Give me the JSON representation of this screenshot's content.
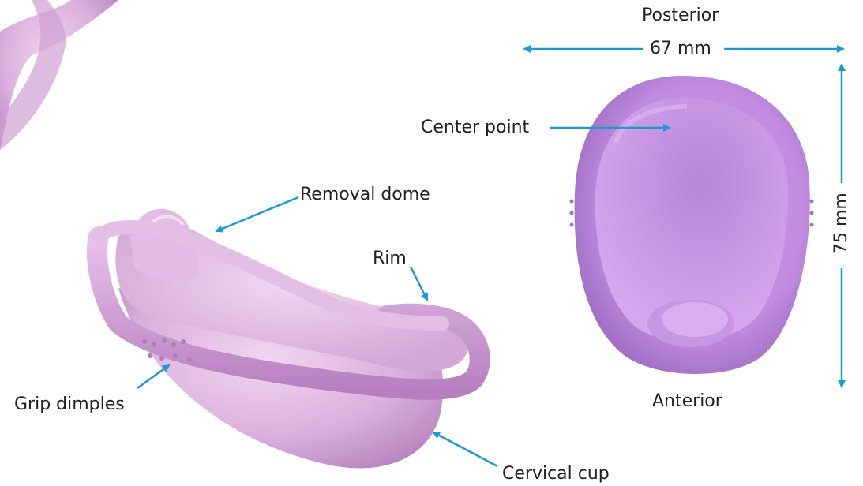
{
  "labels": {
    "posterior": "Posterior",
    "width": "67 mm",
    "center_point": "Center point",
    "height": "75 mm",
    "anterior": "Anterior",
    "removal_dome": "Removal dome",
    "rim": "Rim",
    "grip_dimples": "Grip dimples",
    "cervical_cup": "Cervical cup"
  },
  "colors": {
    "arrow": "#1a9bd0",
    "device_light": "#e7c7e8",
    "device_mid": "#d6a6d9",
    "device_dark": "#b27cbb",
    "top_view_light": "#d9a6ec",
    "top_view_mid": "#c48ee0",
    "top_view_dark": "#a46fc6",
    "text": "#222222"
  }
}
